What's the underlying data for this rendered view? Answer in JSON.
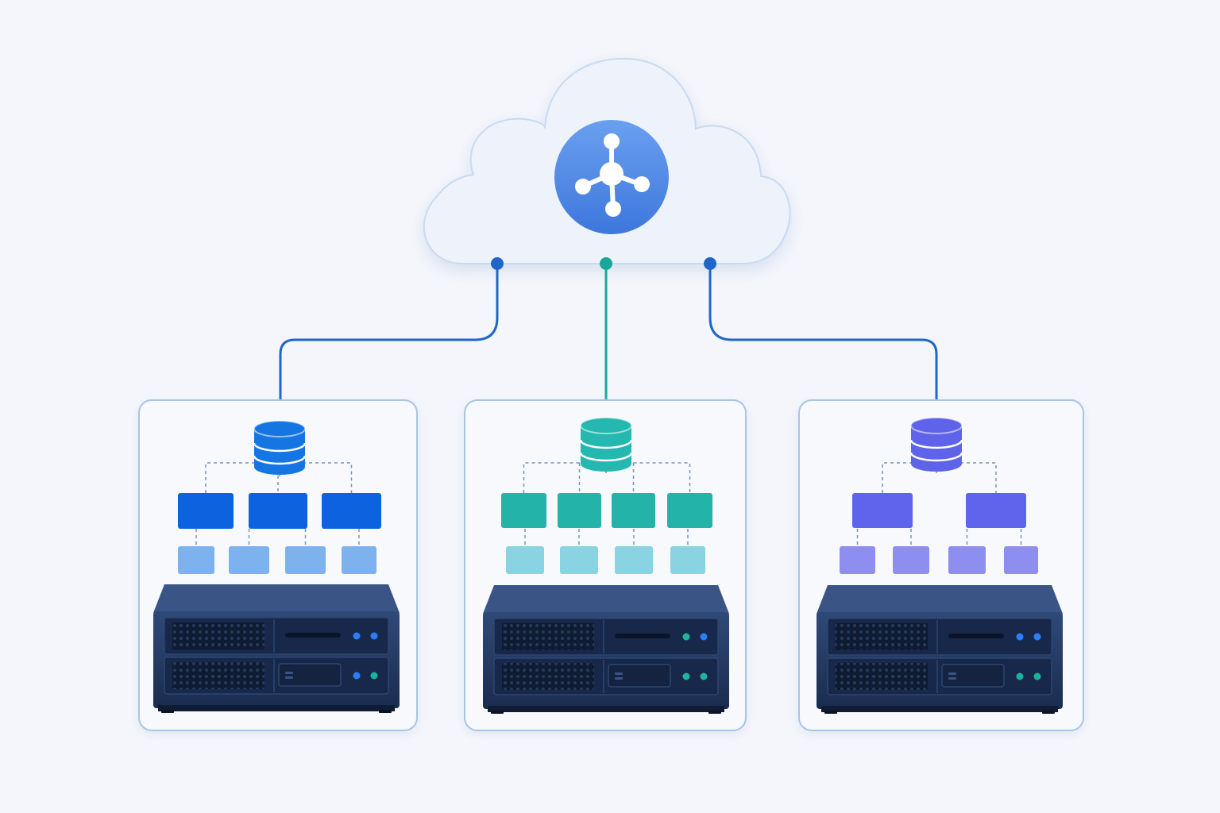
{
  "diagram": {
    "hub": {
      "icon": "network-hub-icon"
    },
    "colors": {
      "background": "#f4f6fb",
      "cloud_fill": "#eef3fb",
      "cloud_stroke": "#c9daf0",
      "hub_circle": "#4d86e6",
      "link_blue": "#1f66c9",
      "link_teal": "#1aa79a",
      "panel_stroke": "#a9c4e4",
      "server_body": "#1b2e52",
      "server_face": "#14233f",
      "dashed_line": "#7a93b4"
    },
    "clusters": [
      {
        "id": "cluster-1",
        "database_icon": "database-icon",
        "server_icon": "server-rack-icon",
        "db_color": "#1575e3",
        "node_color": "#0d63df",
        "leaf_color": "#7db2ef",
        "led_colors": [
          "#2a7fff",
          "#2a7fff",
          "#2a7fff",
          "#19b39e"
        ],
        "link_color": "#1f66c9",
        "node_count": 3,
        "leaf_count": 4
      },
      {
        "id": "cluster-2",
        "database_icon": "database-icon",
        "server_icon": "server-rack-icon",
        "db_color": "#25b8b0",
        "node_color": "#23b3a8",
        "leaf_color": "#8ad3e3",
        "led_colors": [
          "#1fb59f",
          "#2a7fff",
          "#1fb59f",
          "#1fb59f"
        ],
        "link_color": "#1aa79a",
        "node_count": 4,
        "leaf_count": 4
      },
      {
        "id": "cluster-3",
        "database_icon": "database-icon",
        "server_icon": "server-rack-icon",
        "db_color": "#5f63ea",
        "node_color": "#5e64ec",
        "leaf_color": "#8e8ef0",
        "led_colors": [
          "#2a7fff",
          "#2a7fff",
          "#19b39e",
          "#19b39e"
        ],
        "link_color": "#1f66c9",
        "node_count": 2,
        "leaf_count": 4
      }
    ]
  }
}
